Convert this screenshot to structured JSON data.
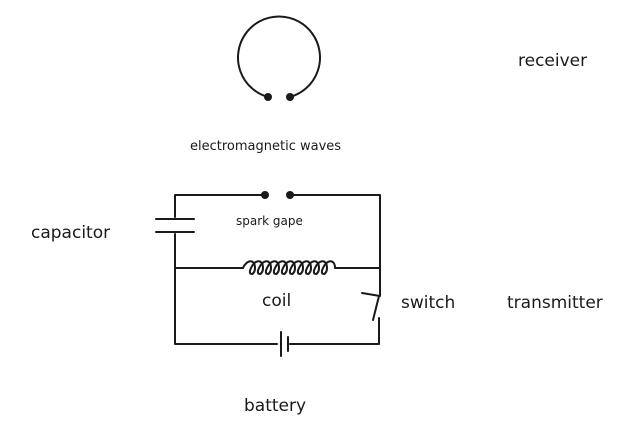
{
  "labels": {
    "receiver": "receiver",
    "waves": "electromagnetic waves",
    "capacitor": "capacitor",
    "spark_gap": "spark gape",
    "coil": "coil",
    "switch": "switch",
    "transmitter": "transmitter",
    "battery": "battery"
  },
  "colors": {
    "ink": "#1a1a1a",
    "background": "#ffffff"
  }
}
